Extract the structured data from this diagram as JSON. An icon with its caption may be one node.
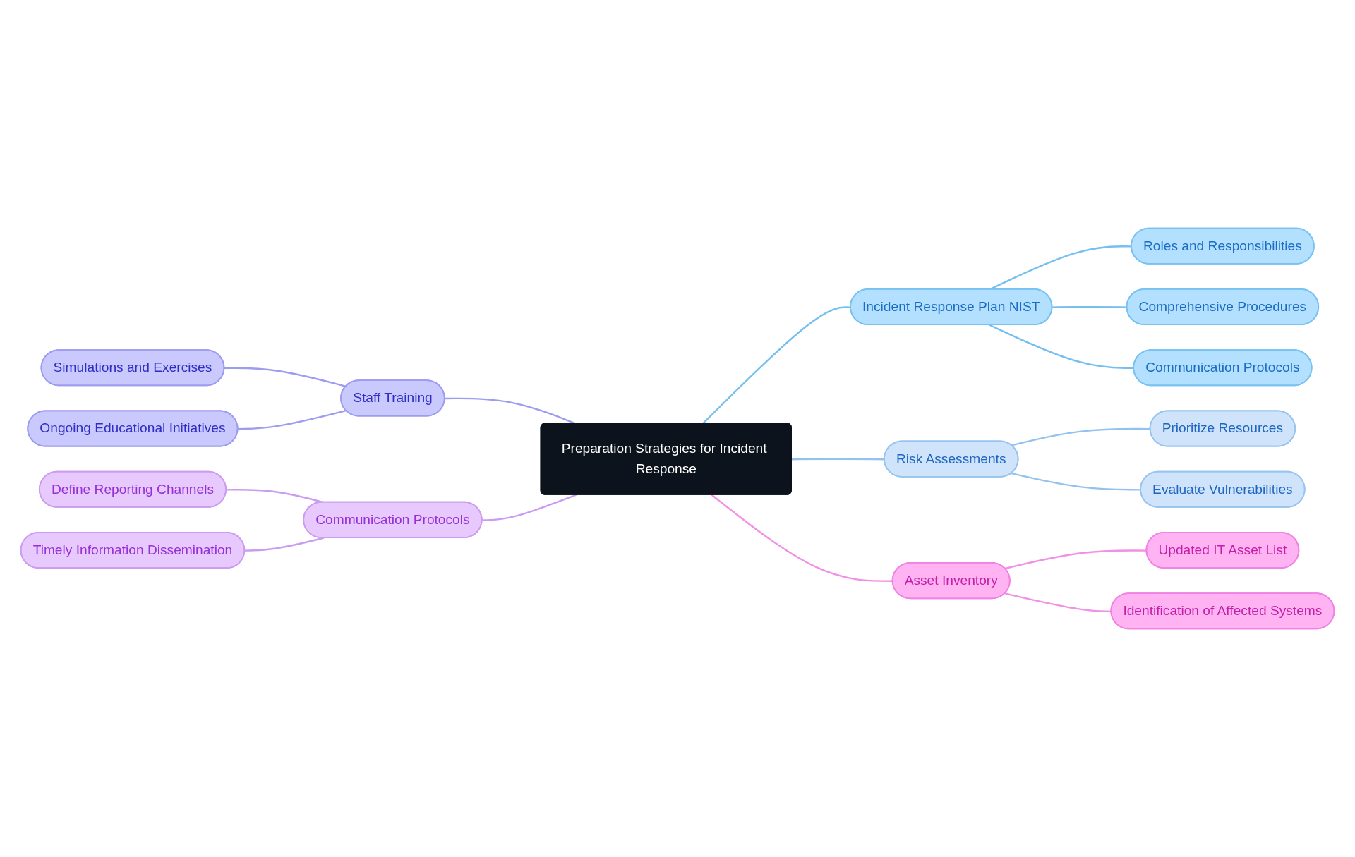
{
  "diagram": {
    "nodes": [
      {
        "text": [
          "Preparation Strategies for Incident Response"
        ]
      },
      {
        "text": [
          "Incident Response Plan NIST"
        ]
      },
      {
        "text": [
          "Roles and Responsibilities"
        ]
      },
      {
        "text": [
          "Comprehensive Procedures"
        ]
      },
      {
        "text": [
          "Communication Protocols"
        ]
      },
      {
        "text": [
          "Risk Assessments"
        ]
      },
      {
        "text": [
          "Prioritize Resources"
        ]
      },
      {
        "text": [
          "Evaluate Vulnerabilities"
        ]
      },
      {
        "text": [
          "Asset Inventory"
        ]
      },
      {
        "text": [
          "Updated IT Asset List"
        ]
      },
      {
        "text": [
          "Identification of Affected Systems"
        ]
      },
      {
        "text": [
          "Staff Training"
        ]
      },
      {
        "text": [
          "Simulations and Exercises"
        ]
      },
      {
        "text": [
          "Ongoing Educational Initiatives"
        ]
      },
      {
        "text": [
          "Communication Protocols"
        ]
      },
      {
        "text": [
          "Define Reporting Channels"
        ]
      },
      {
        "text": [
          "Timely Information Dissemination"
        ]
      }
    ],
    "edges": [
      {
        "from": 0,
        "to": 1,
        "arrow": "none",
        "color": "#74bff0"
      },
      {
        "from": 1,
        "to": 2,
        "arrow": "none",
        "color": "#74bff0"
      },
      {
        "from": 1,
        "to": 3,
        "arrow": "none",
        "color": "#74bff0"
      },
      {
        "from": 1,
        "to": 4,
        "arrow": "none",
        "color": "#74bff0"
      },
      {
        "from": 0,
        "to": 5,
        "arrow": "none",
        "color": "#94c2ef"
      },
      {
        "from": 5,
        "to": 6,
        "arrow": "none",
        "color": "#94c2ef"
      },
      {
        "from": 5,
        "to": 7,
        "arrow": "none",
        "color": "#94c2ef"
      },
      {
        "from": 0,
        "to": 8,
        "arrow": "none",
        "color": "#f190e4"
      },
      {
        "from": 8,
        "to": 9,
        "arrow": "none",
        "color": "#f190e4"
      },
      {
        "from": 8,
        "to": 10,
        "arrow": "none",
        "color": "#f190e4"
      },
      {
        "from": 11,
        "to": 0,
        "arrow": "none",
        "color": "#9c9cf0"
      },
      {
        "from": 12,
        "to": 11,
        "arrow": "none",
        "color": "#9c9cf0"
      },
      {
        "from": 13,
        "to": 11,
        "arrow": "none",
        "color": "#9c9cf0"
      },
      {
        "from": 14,
        "to": 0,
        "arrow": "none",
        "color": "#c99cf0"
      },
      {
        "from": 15,
        "to": 14,
        "arrow": "none",
        "color": "#c99cf0"
      },
      {
        "from": 16,
        "to": 14,
        "arrow": "none",
        "color": "#c99cf0"
      }
    ]
  }
}
